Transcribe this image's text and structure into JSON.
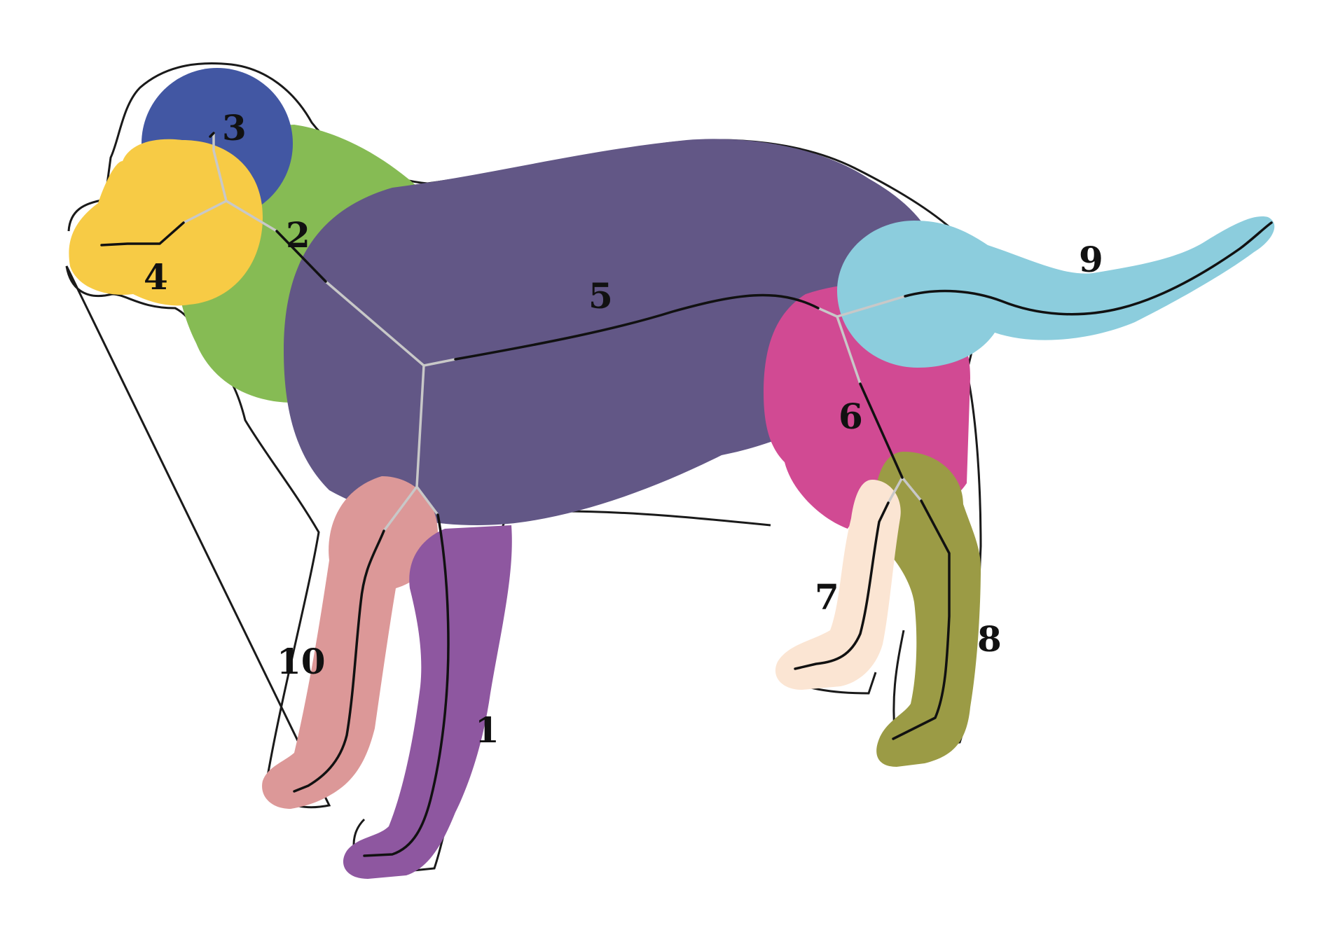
{
  "diagram": {
    "segments": [
      {
        "id": "1",
        "label": "1",
        "part": "front-right-leg",
        "color": "#8e57a0"
      },
      {
        "id": "2",
        "label": "2",
        "part": "neck",
        "color": "#86bb54"
      },
      {
        "id": "3",
        "label": "3",
        "part": "head-top",
        "color": "#4257a3"
      },
      {
        "id": "4",
        "label": "4",
        "part": "snout",
        "color": "#f7cb45"
      },
      {
        "id": "5",
        "label": "5",
        "part": "torso",
        "color": "#625786"
      },
      {
        "id": "6",
        "label": "6",
        "part": "hip",
        "color": "#d14a93"
      },
      {
        "id": "7",
        "label": "7",
        "part": "hind-left-leg",
        "color": "#fbe5d3"
      },
      {
        "id": "8",
        "label": "8",
        "part": "hind-right-leg",
        "color": "#9b9b45"
      },
      {
        "id": "9",
        "label": "9",
        "part": "tail",
        "color": "#8ccddd"
      },
      {
        "id": "10",
        "label": "10",
        "part": "front-left-leg",
        "color": "#dc9898"
      }
    ],
    "skeleton_color_primary": "#111111",
    "skeleton_color_joint": "#c8c8c8",
    "outline_color": "#1a1a1a"
  }
}
